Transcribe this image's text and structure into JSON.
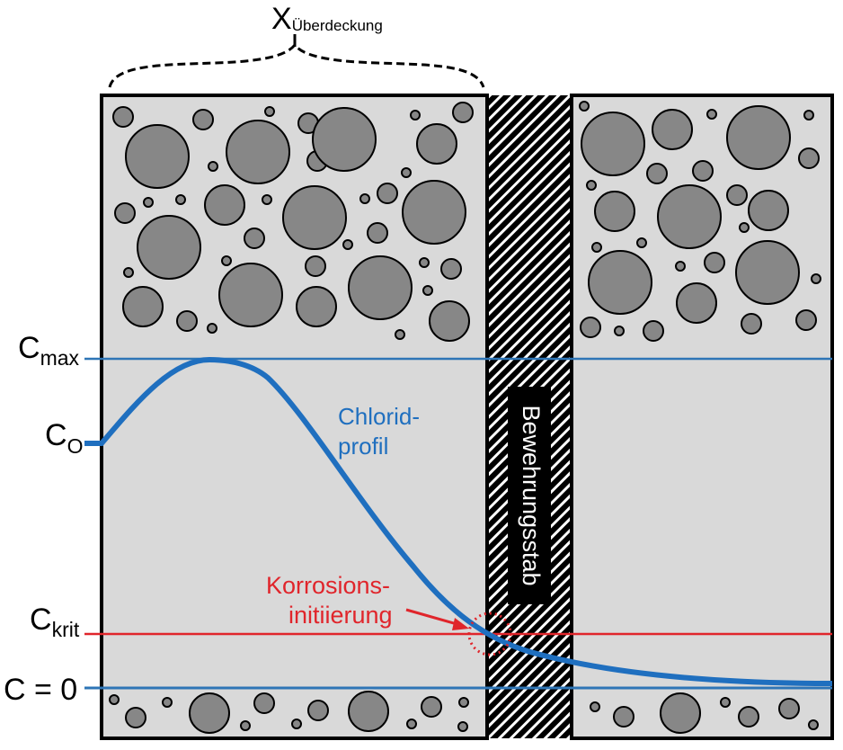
{
  "title": {
    "main": "X",
    "subscript": "Überdeckung"
  },
  "levels": [
    {
      "id": "cmax",
      "main": "C",
      "sub": "max",
      "color": "#2e75b6",
      "value_label": "Cmax"
    },
    {
      "id": "c0",
      "main": "C",
      "sub": "O",
      "color": "#2e75b6",
      "value_label": "C0"
    },
    {
      "id": "ckrit",
      "main": "C",
      "sub": "krit",
      "color": "#e0252b",
      "value_label": "Ckrit"
    },
    {
      "id": "czero",
      "main": "C = 0",
      "sub": "",
      "color": "#2e75b6",
      "value_label": "C = 0"
    }
  ],
  "curve": {
    "label_line1": "Chlorid-",
    "label_line2": "profil",
    "color": "#1f6fbf"
  },
  "rebar": {
    "label": "Bewehrungsstab"
  },
  "annotation": {
    "line1": "Korrosions-",
    "line2": "initiierung",
    "color": "#e0252b"
  },
  "colors": {
    "concrete": "#d9d9d9",
    "aggregate": "#878787",
    "outline": "#000000",
    "blue_line": "#2e75b6",
    "red_line": "#e0252b",
    "curve": "#1f6fbf"
  }
}
